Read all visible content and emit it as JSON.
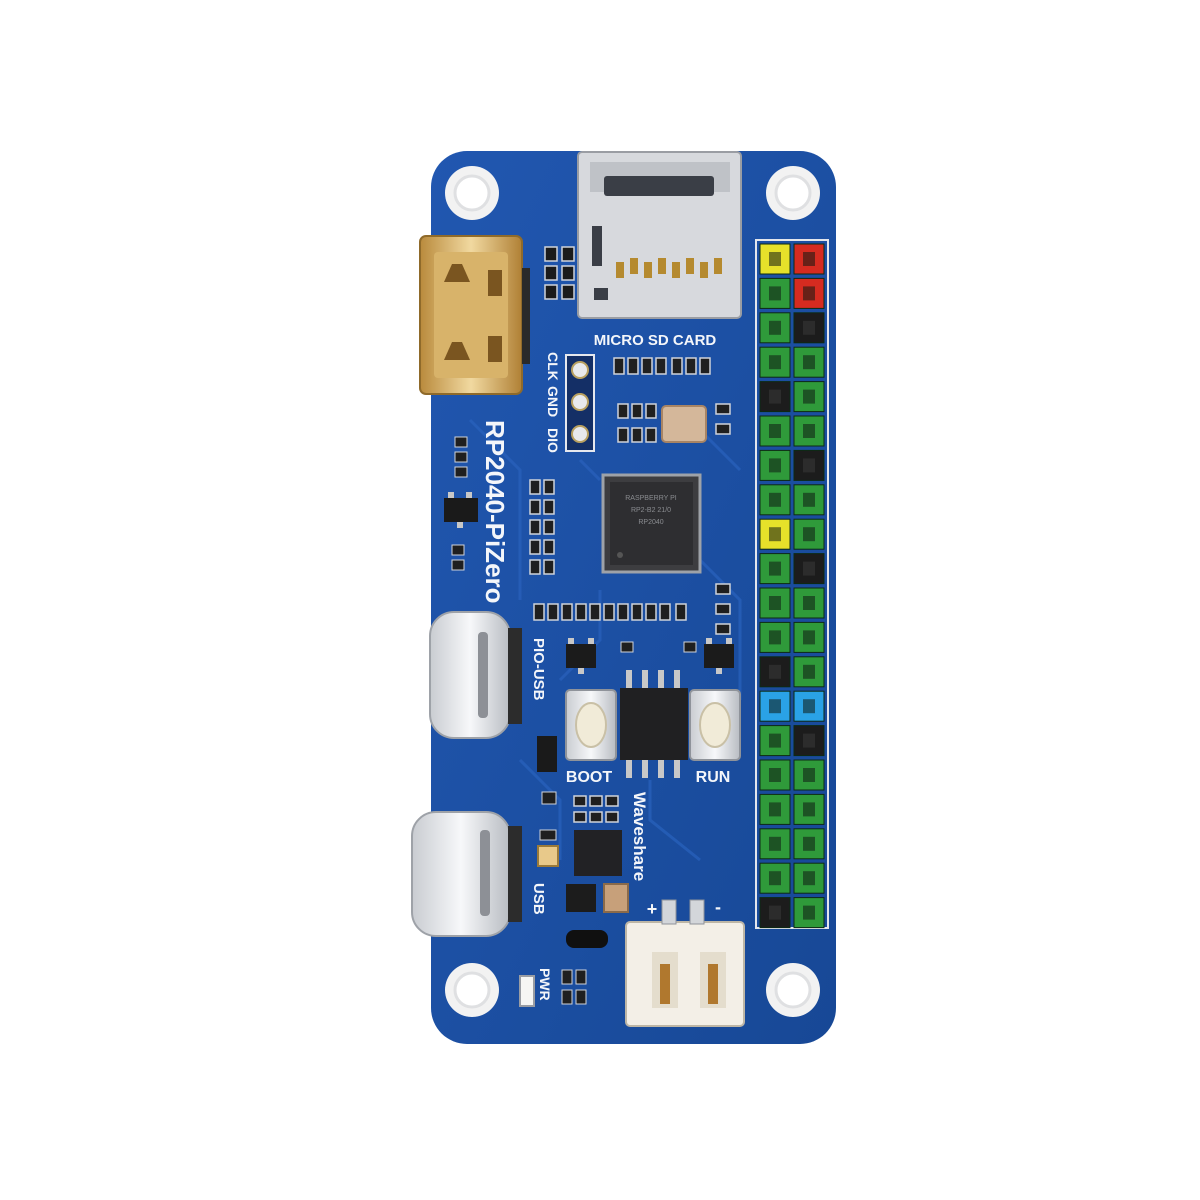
{
  "board": {
    "name": "RP2040-PiZero",
    "brand": "Waveshare",
    "labels": {
      "sd_card": "MICRO SD CARD",
      "clk": "CLK",
      "gnd": "GND",
      "dio": "DIO",
      "pio_usb": "PIO-USB",
      "usb": "USB",
      "pwr": "PWR",
      "boot": "BOOT",
      "run": "RUN",
      "plus": "+",
      "minus": "-"
    },
    "chip": {
      "line1": "RASPBERRY PI",
      "line2": "RP2-B2   21/0",
      "line3": "RP2040"
    },
    "colors": {
      "pcb": "#1a4fa0",
      "header_green": "#2f9a3a",
      "header_black": "#1c1c1c",
      "header_red": "#d62b20",
      "header_yellow": "#e6e12a",
      "header_blue": "#2aa2e6"
    },
    "header_pins": [
      [
        "yellow",
        "red"
      ],
      [
        "green",
        "red"
      ],
      [
        "green",
        "black"
      ],
      [
        "green",
        "green"
      ],
      [
        "black",
        "green"
      ],
      [
        "green",
        "green"
      ],
      [
        "green",
        "black"
      ],
      [
        "green",
        "green"
      ],
      [
        "yellow",
        "green"
      ],
      [
        "green",
        "black"
      ],
      [
        "green",
        "green"
      ],
      [
        "green",
        "green"
      ],
      [
        "black",
        "green"
      ],
      [
        "blue",
        "blue"
      ],
      [
        "green",
        "black"
      ],
      [
        "green",
        "green"
      ],
      [
        "green",
        "green"
      ],
      [
        "green",
        "green"
      ],
      [
        "green",
        "green"
      ],
      [
        "black",
        "green"
      ]
    ]
  }
}
